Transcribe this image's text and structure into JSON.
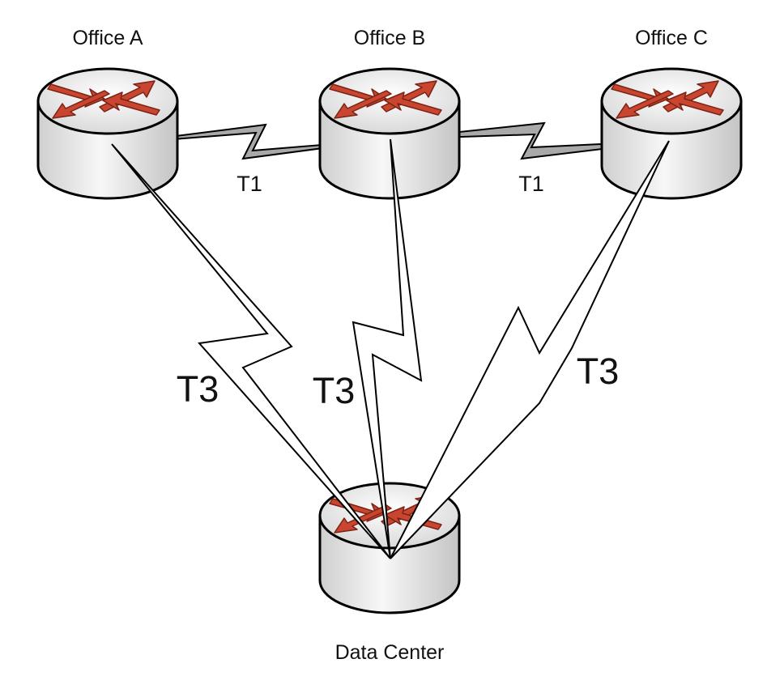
{
  "nodes": {
    "office_a": {
      "label": "Office A"
    },
    "office_b": {
      "label": "Office B"
    },
    "office_c": {
      "label": "Office C"
    },
    "data_center": {
      "label": "Data Center"
    }
  },
  "links": {
    "a_b": {
      "label": "T1"
    },
    "b_c": {
      "label": "T1"
    },
    "a_dc": {
      "label": "T3"
    },
    "b_dc": {
      "label": "T3"
    },
    "c_dc": {
      "label": "T3"
    }
  },
  "colors": {
    "arrow": "#c9452f",
    "router_body": "#e6e6e6",
    "router_top": "#f2f2f2",
    "t1_link": "#a9a9a9",
    "t3_link": "#ffffff",
    "outline": "#000000"
  },
  "icons": {
    "router": "router-icon"
  }
}
